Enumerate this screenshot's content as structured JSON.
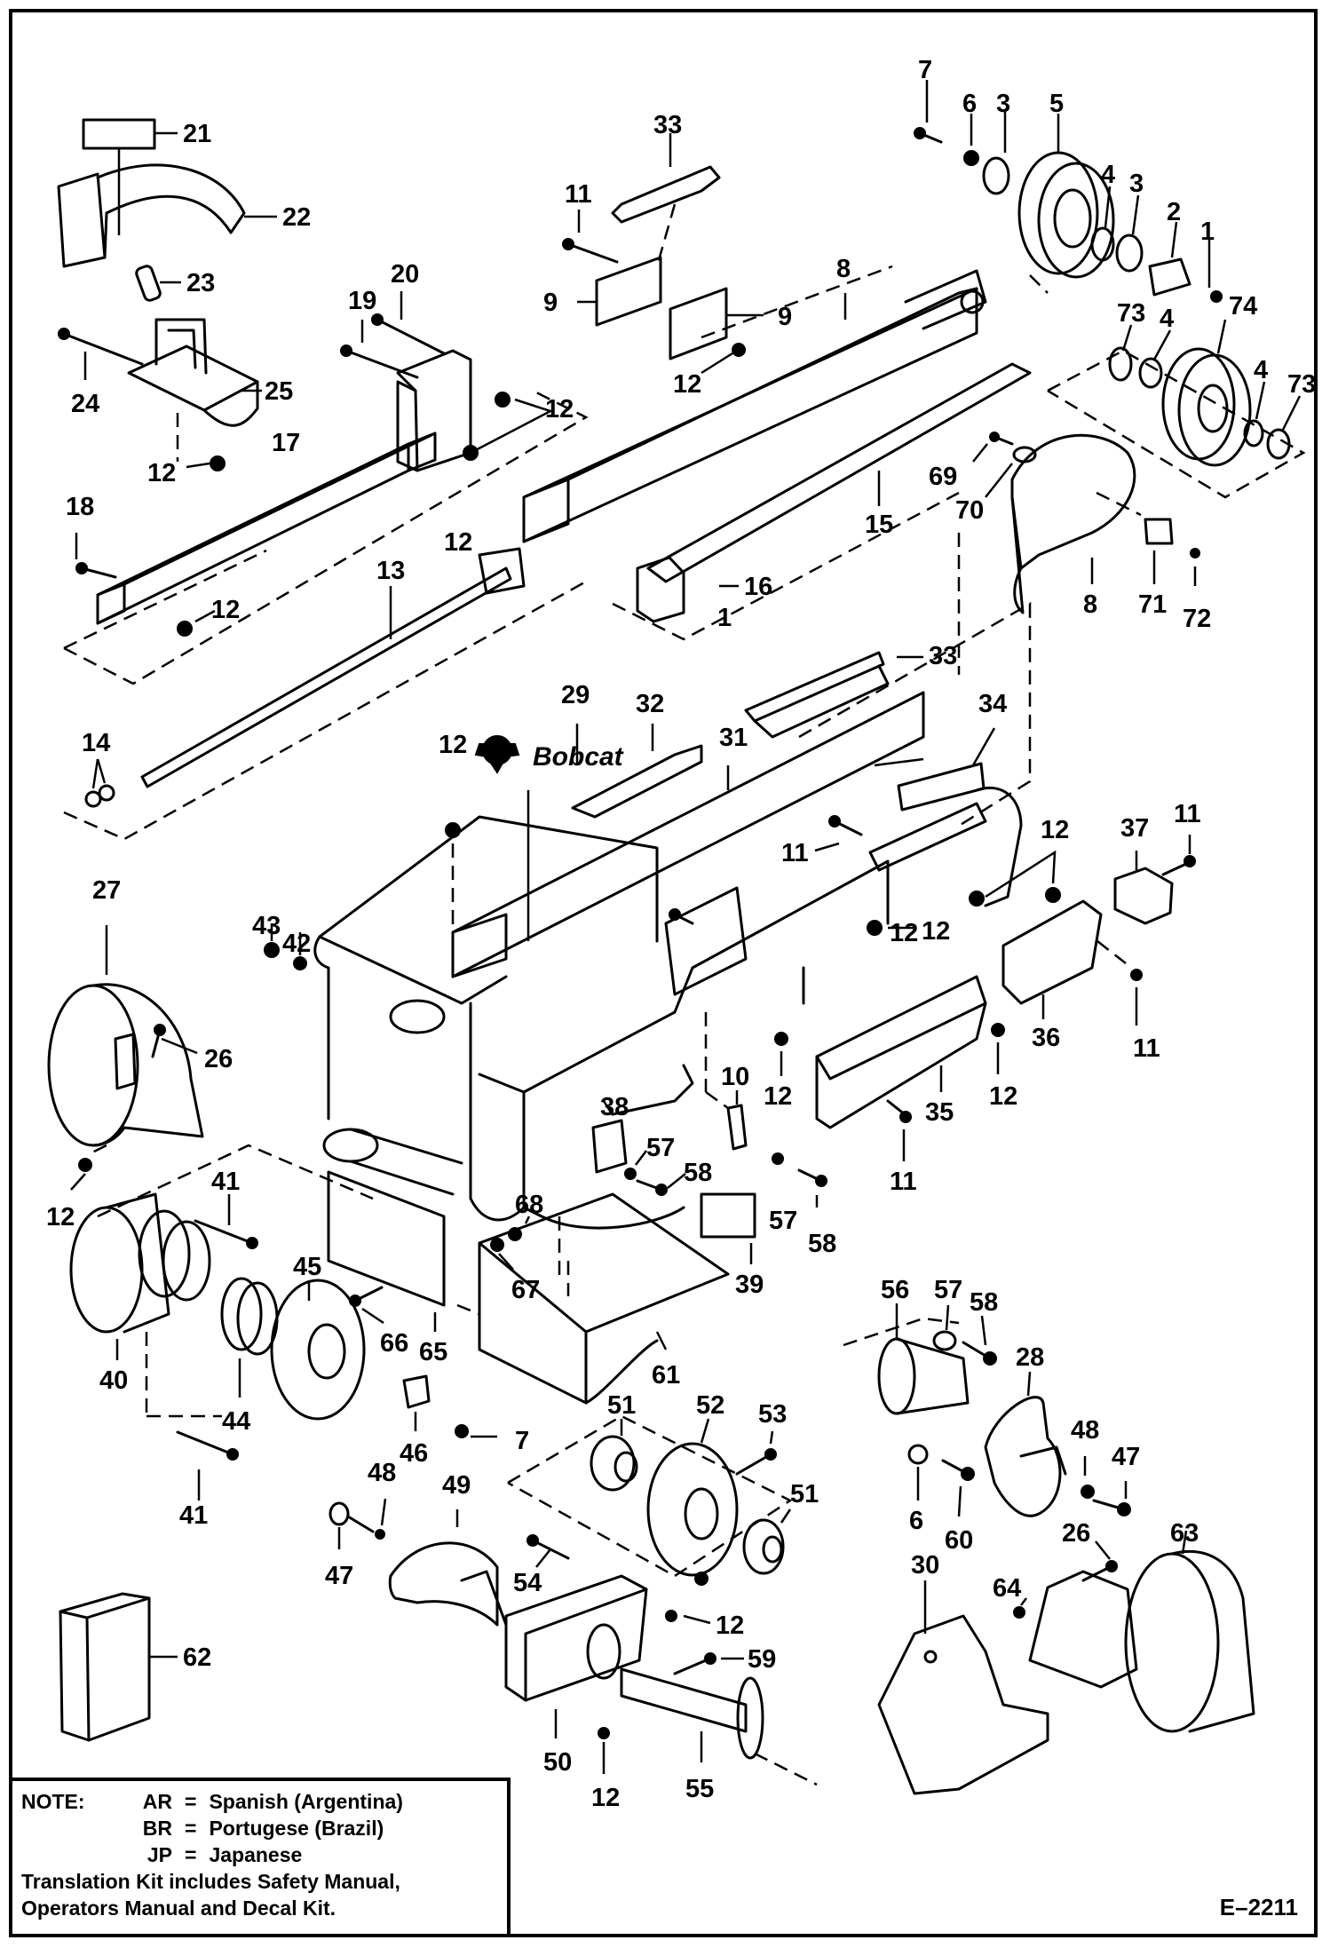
{
  "brand": "Bobcat",
  "diagram_id": "E–2211",
  "callouts": [
    "21",
    "22",
    "23",
    "24",
    "25",
    "12",
    "17",
    "18",
    "19",
    "20",
    "12",
    "12",
    "11",
    "33",
    "9",
    "9",
    "12",
    "8",
    "13",
    "12",
    "15",
    "16",
    "1",
    "14",
    "7",
    "6",
    "3",
    "5",
    "4",
    "3",
    "2",
    "1",
    "73",
    "4",
    "74",
    "4",
    "73",
    "69",
    "70",
    "8",
    "71",
    "72",
    "29",
    "32",
    "12",
    "31",
    "33",
    "34",
    "27",
    "43",
    "42",
    "26",
    "12",
    "11",
    "12",
    "37",
    "11",
    "12",
    "36",
    "11",
    "35",
    "12",
    "11",
    "12",
    "10",
    "38",
    "57",
    "58",
    "57",
    "58",
    "39",
    "41",
    "40",
    "45",
    "44",
    "46",
    "66",
    "65",
    "67",
    "68",
    "61",
    "7",
    "51",
    "52",
    "53",
    "51",
    "56",
    "57",
    "58",
    "28",
    "48",
    "47",
    "6",
    "60",
    "26",
    "63",
    "47",
    "48",
    "49",
    "54",
    "12",
    "59",
    "30",
    "64",
    "50",
    "12",
    "55",
    "62",
    "12",
    "41"
  ],
  "note": {
    "label": "NOTE:",
    "entries": [
      {
        "code": "AR",
        "eq": "=",
        "text": "Spanish (Argentina)"
      },
      {
        "code": "BR",
        "eq": "=",
        "text": "Portugese (Brazil)"
      },
      {
        "code": "JP",
        "eq": "=",
        "text": "Japanese"
      }
    ],
    "footer_line1": "Translation Kit includes Safety Manual,",
    "footer_line2": "Operators Manual and Decal Kit."
  }
}
